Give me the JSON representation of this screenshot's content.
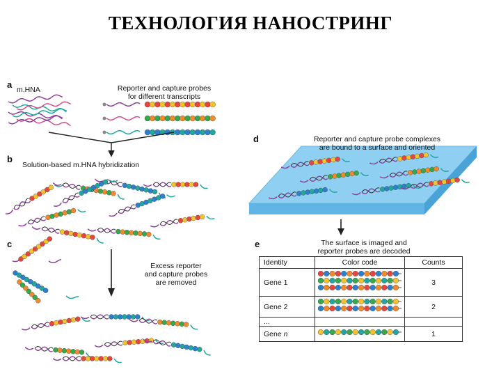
{
  "title": "ТЕХНОЛОГИЯ НАНОСТРИНГ",
  "panels": {
    "a": {
      "letter": "a",
      "mrna_label": "m.HNA",
      "probes_label_line1": "Reporter and capture probes",
      "probes_label_line2": "for different transcripts"
    },
    "b": {
      "letter": "b",
      "label": "Solution-based m.HNA hybridization"
    },
    "c": {
      "letter": "c",
      "label_line1": "Excess reporter",
      "label_line2": "and capture probes",
      "label_line3": "are removed"
    },
    "d": {
      "letter": "d",
      "label_line1": "Reporter and capture probe complexes",
      "label_line2": "are bound to a surface and oriented"
    },
    "e": {
      "letter": "e",
      "label_line1": "The surface is imaged and",
      "label_line2": "reporter probes are decoded",
      "table": {
        "headers": [
          "Identity",
          "Color code",
          "Counts"
        ],
        "rows": [
          {
            "identity": "Gene 1",
            "count": "3",
            "barcodes": 3
          },
          {
            "identity": "Gene 2",
            "count": "2",
            "barcodes": 2
          },
          {
            "identity": "...",
            "count": "",
            "barcodes": 0
          },
          {
            "identity": "Gene n",
            "count": "1",
            "barcodes": 1
          }
        ]
      }
    }
  },
  "colors": {
    "red": "#e5473f",
    "green": "#38a84c",
    "blue": "#2f7fd1",
    "yellow": "#f2c230",
    "orange": "#f08a2c",
    "teal": "#1fa7a0",
    "purple": "#8e3f9a",
    "pink": "#d04f8f",
    "surface": "#8fd0f2"
  }
}
